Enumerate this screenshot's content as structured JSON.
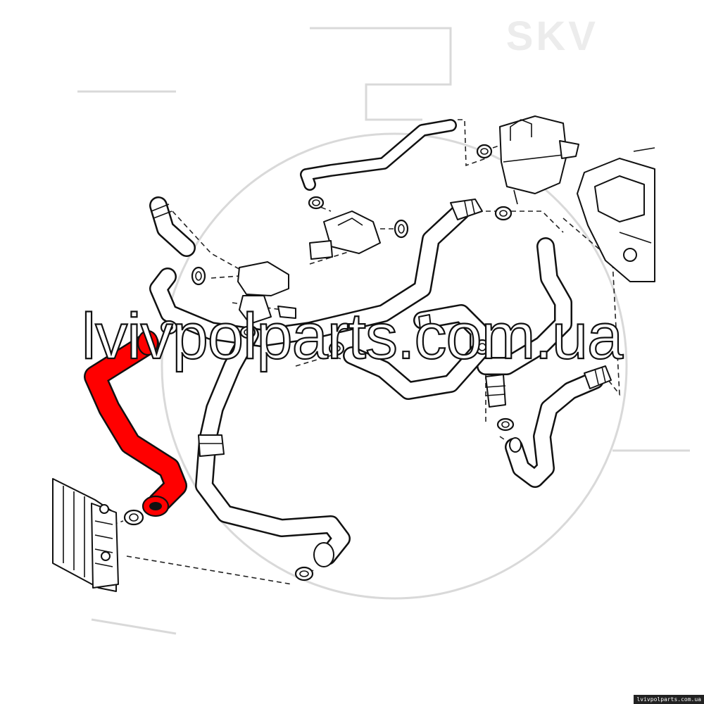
{
  "watermark": {
    "main_text": "lvivpolparts.com.ua",
    "brand_logo": "SKV",
    "corner_credit": "lvivpolparts.com.ua"
  },
  "diagram": {
    "highlighted_part": "radiator-upper-hose",
    "highlight_color": "#ff0000",
    "line_color": "#111111",
    "background_color": "#ffffff",
    "watermark_gray": "#e6e6e6"
  }
}
